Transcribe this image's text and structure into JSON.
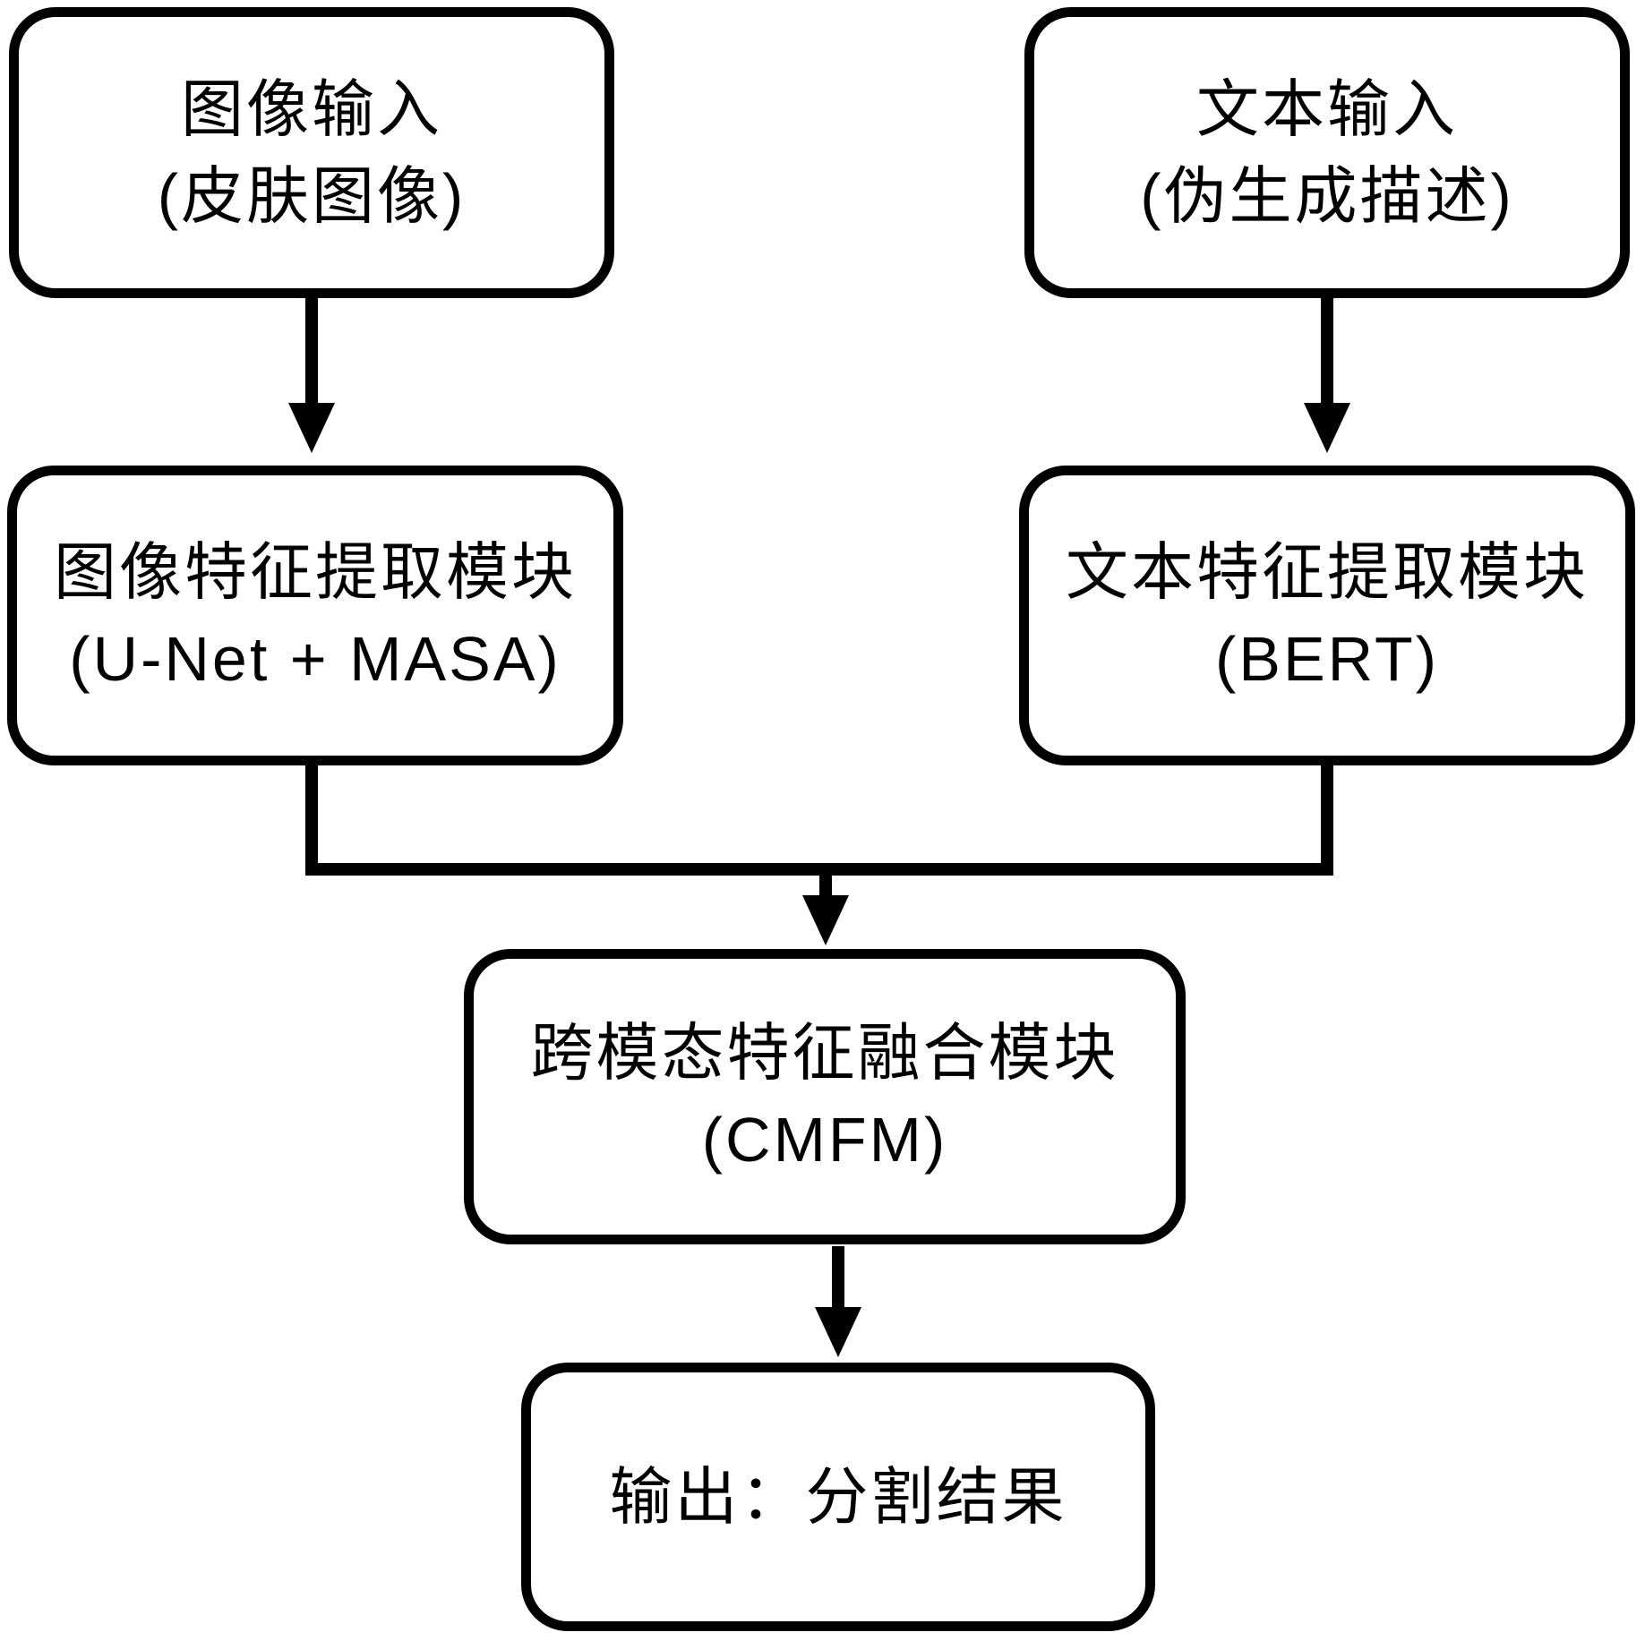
{
  "diagram": {
    "background_color": "#ffffff",
    "stroke_color": "#000000",
    "text_color": "#000000",
    "nodes": {
      "image_input": {
        "line1": "图像输入",
        "line2": "(皮肤图像)"
      },
      "text_input": {
        "line1": "文本输入",
        "line2": "(伪生成描述)"
      },
      "image_feature": {
        "line1": "图像特征提取模块",
        "line2": "(U-Net + MASA)"
      },
      "text_feature": {
        "line1": "文本特征提取模块",
        "line2": "(BERT)"
      },
      "fusion": {
        "line1": "跨模态特征融合模块",
        "line2": "(CMFM)"
      },
      "output": {
        "line1": "输出：分割结果"
      }
    },
    "edges": [
      {
        "from": "image_input",
        "to": "image_feature"
      },
      {
        "from": "text_input",
        "to": "text_feature"
      },
      {
        "from": "image_feature",
        "to": "fusion"
      },
      {
        "from": "text_feature",
        "to": "fusion"
      },
      {
        "from": "fusion",
        "to": "output"
      }
    ]
  }
}
